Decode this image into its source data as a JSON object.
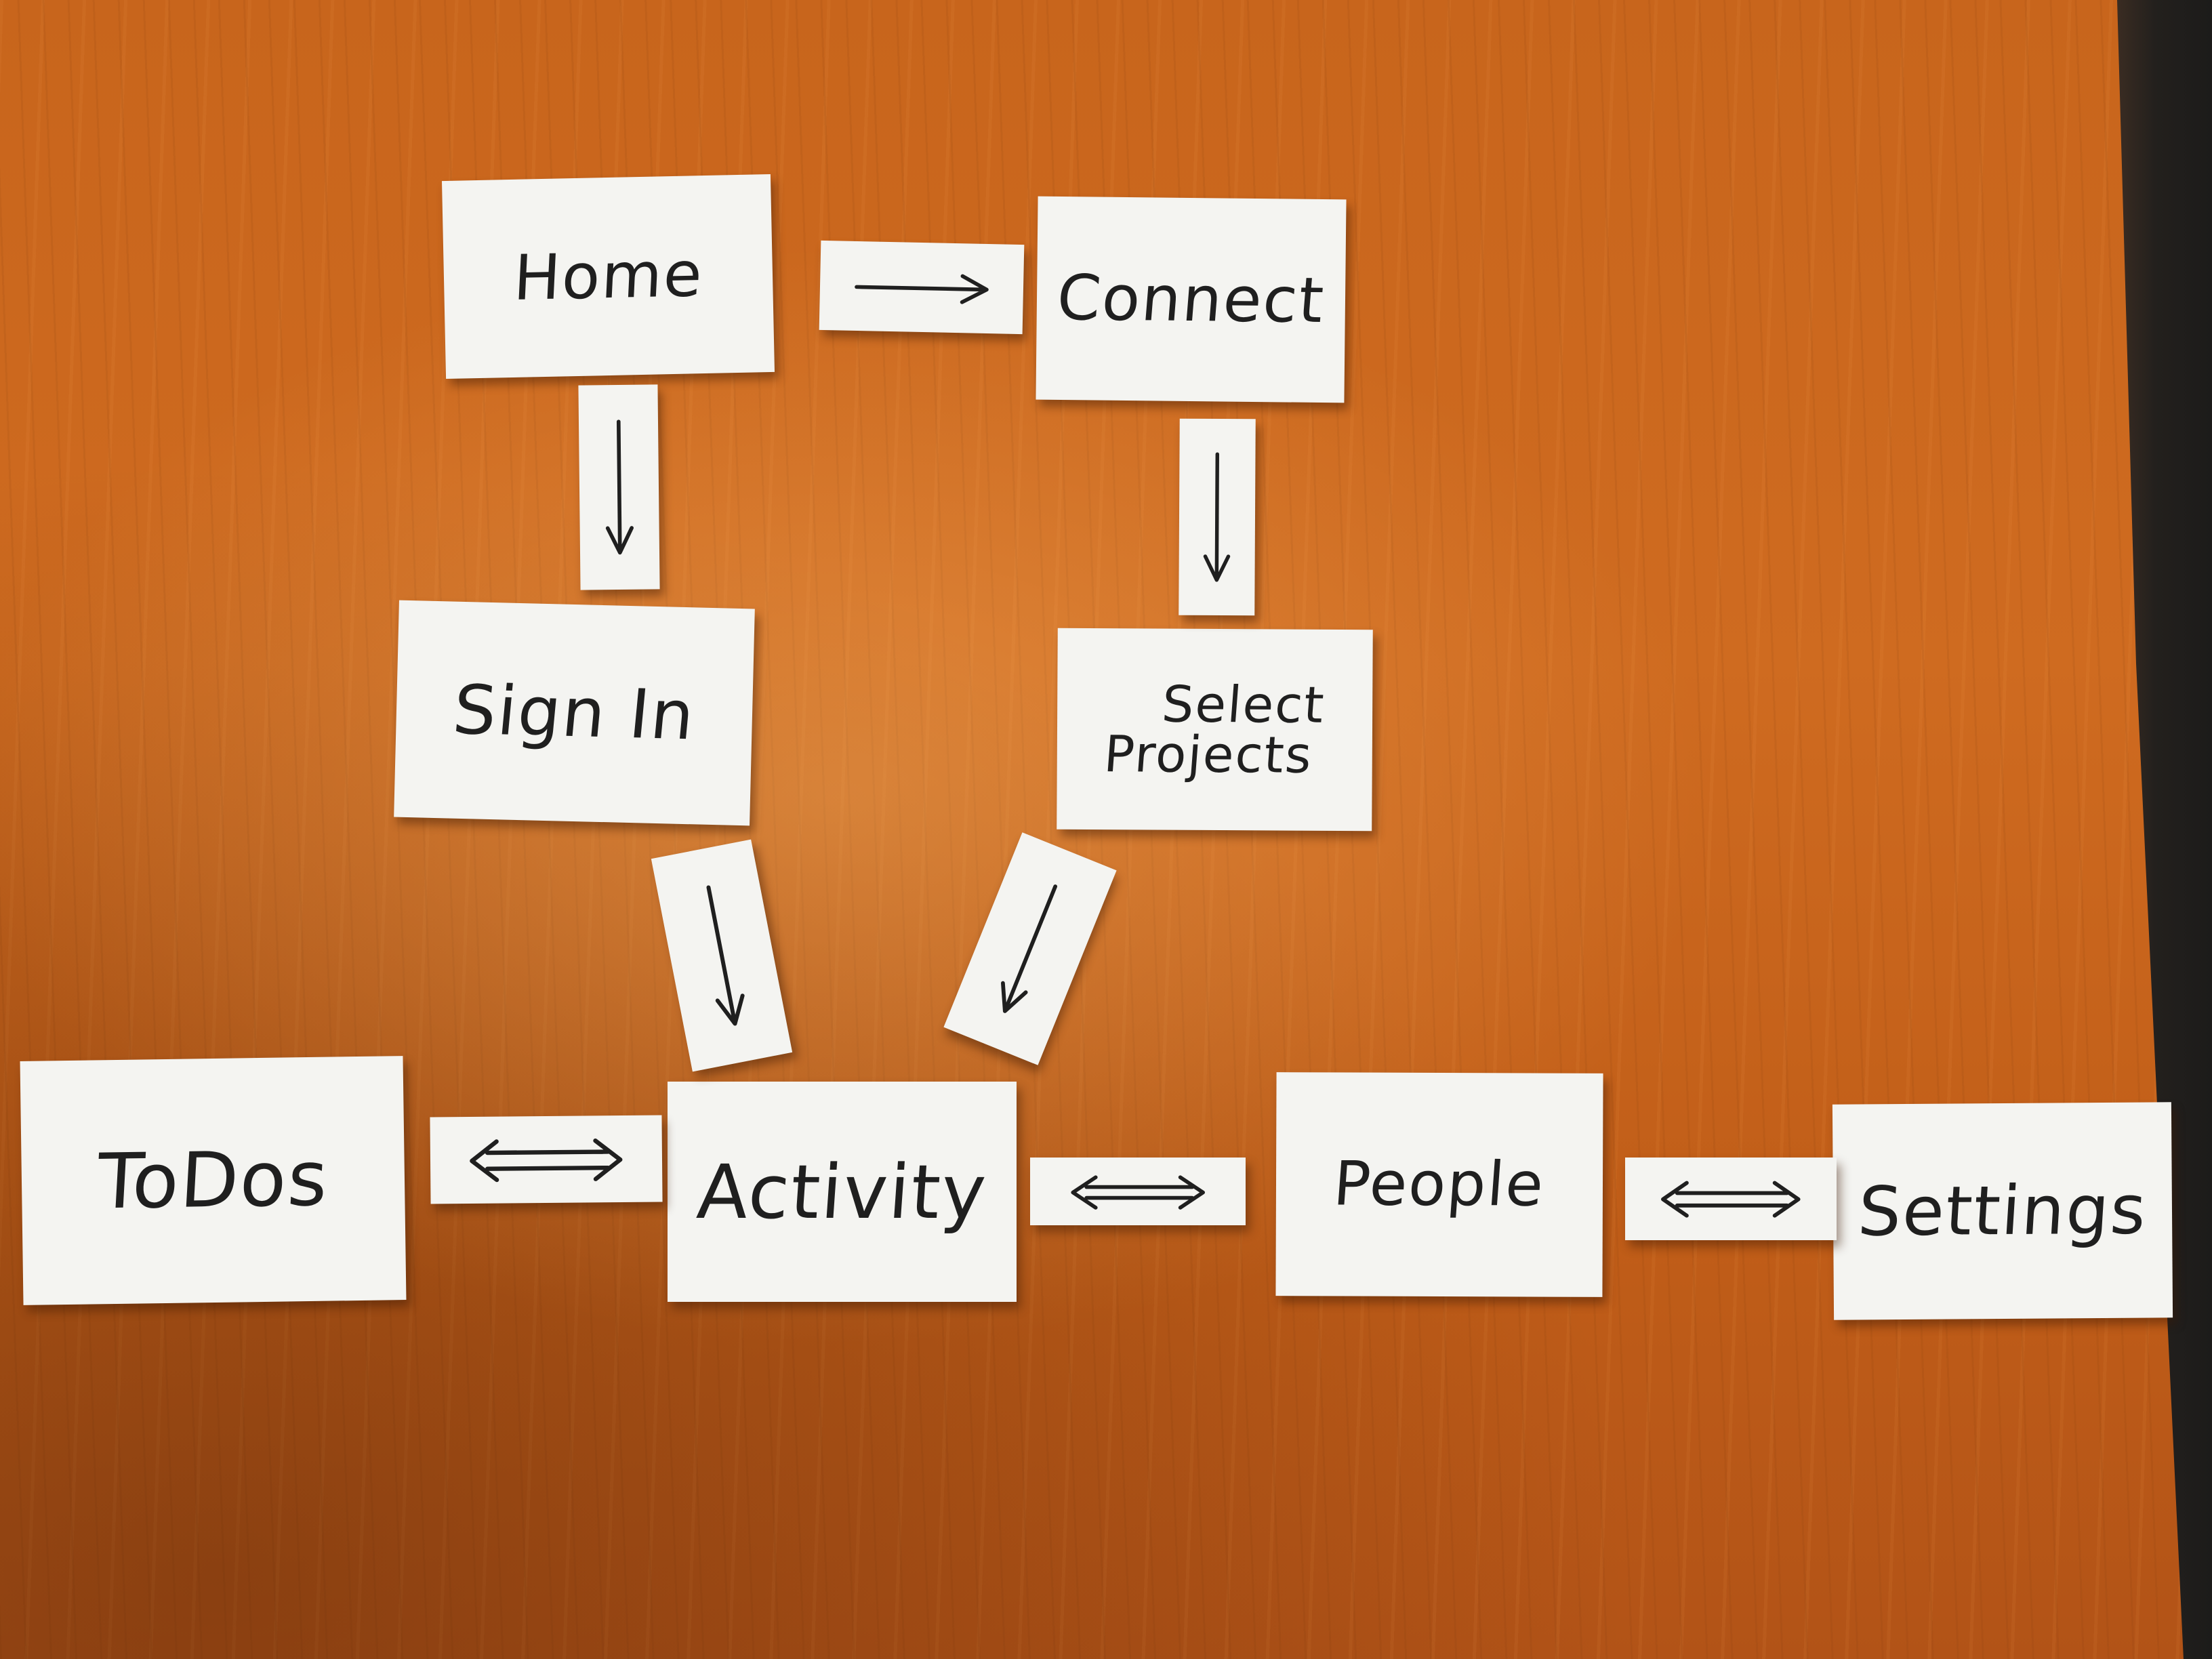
{
  "nodes": {
    "home": "Home",
    "connect": "Connect",
    "sign_in": "Sign In",
    "select_projects_line1": "Select",
    "select_projects_line2": "Projects",
    "todos": "ToDos",
    "activity": "Activity",
    "people": "People",
    "settings": "Settings"
  },
  "edges": [
    {
      "from": "Home",
      "to": "Connect",
      "type": "one-way"
    },
    {
      "from": "Home",
      "to": "Sign In",
      "type": "one-way"
    },
    {
      "from": "Connect",
      "to": "Select Projects",
      "type": "one-way"
    },
    {
      "from": "Sign In",
      "to": "Activity",
      "type": "one-way"
    },
    {
      "from": "Select Projects",
      "to": "Activity",
      "type": "one-way"
    },
    {
      "from": "ToDos",
      "to": "Activity",
      "type": "two-way"
    },
    {
      "from": "Activity",
      "to": "People",
      "type": "two-way"
    },
    {
      "from": "People",
      "to": "Settings",
      "type": "two-way"
    }
  ],
  "colors": {
    "table": "#c8651c",
    "paper": "#f4f4f1",
    "ink": "#1f1f1f"
  }
}
